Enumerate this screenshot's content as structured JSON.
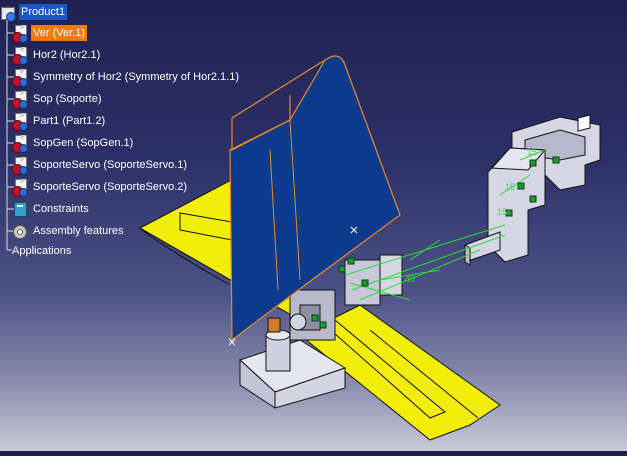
{
  "tree": {
    "root": "Product1",
    "items": [
      {
        "label": "Ver (Ver.1)",
        "state": "active"
      },
      {
        "label": "Hor2 (Hor2.1)"
      },
      {
        "label": "Symmetry of Hor2 (Symmetry of Hor2.1.1)"
      },
      {
        "label": "Sop (Soporte)"
      },
      {
        "label": "Part1 (Part1.2)"
      },
      {
        "label": "SopGen (SopGen.1)"
      },
      {
        "label": "SoporteServo (SoporteServo.1)"
      },
      {
        "label": "SoporteServo (SoporteServo.2)"
      },
      {
        "label": "Constraints"
      },
      {
        "label": "Assembly features"
      }
    ],
    "applications": "Applications"
  },
  "model": {
    "colors": {
      "wing": "#f2ee0a",
      "rudder": "#0c3a8c",
      "rudder_edge": "#e98b2a",
      "constraint": "#2bdc3a",
      "part_gray": "#d6d6e4"
    },
    "constraint_labels": [
      "15",
      "15",
      "15",
      "40"
    ]
  }
}
